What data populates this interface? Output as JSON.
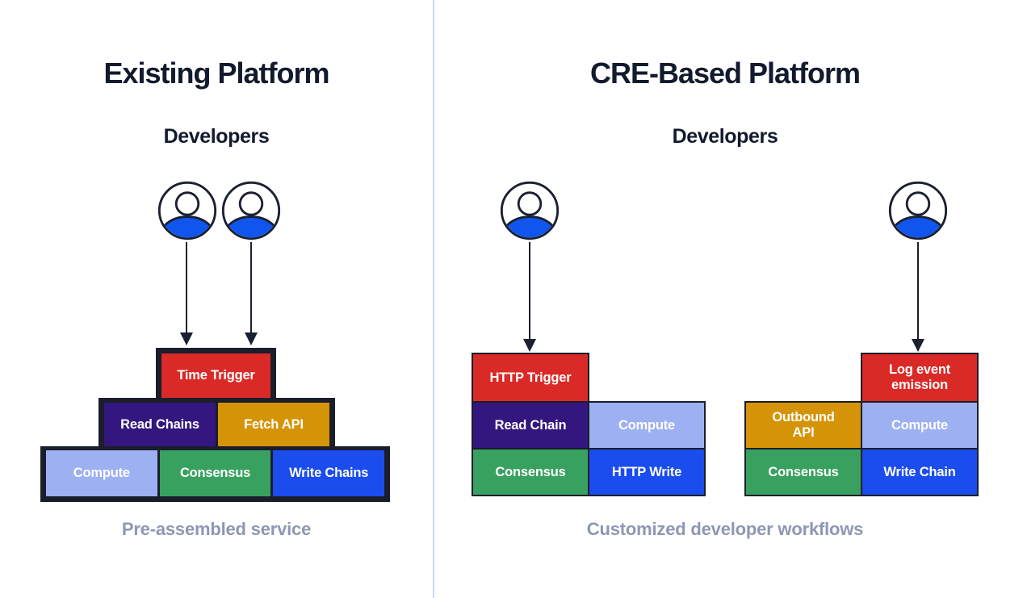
{
  "left": {
    "title": "Existing Platform",
    "subtitle": "Developers",
    "caption": "Pre-assembled service",
    "developer_icons": 2,
    "pyramid": {
      "tier1": [
        {
          "label": "Time Trigger",
          "color": "#da2a27"
        }
      ],
      "tier2": [
        {
          "label": "Read Chains",
          "color": "#33177f"
        },
        {
          "label": "Fetch API",
          "color": "#d59408"
        }
      ],
      "tier3": [
        {
          "label": "Compute",
          "color": "#9db0f2"
        },
        {
          "label": "Consensus",
          "color": "#38a15f"
        },
        {
          "label": "Write Chains",
          "color": "#1a4cee"
        }
      ]
    }
  },
  "right": {
    "title": "CRE-Based Platform",
    "subtitle": "Developers",
    "caption": "Customized developer workflows",
    "developer_icons": 2,
    "workflow1": {
      "trigger": {
        "label": "HTTP Trigger",
        "color": "#da2a27",
        "column": "left"
      },
      "row2": [
        {
          "label": "Read Chain",
          "color": "#33177f"
        },
        {
          "label": "Compute",
          "color": "#9db0f2"
        }
      ],
      "row3": [
        {
          "label": "Consensus",
          "color": "#38a15f"
        },
        {
          "label": "HTTP Write",
          "color": "#1a4cee"
        }
      ]
    },
    "workflow2": {
      "trigger": {
        "label": "Log event emission",
        "color": "#da2a27",
        "column": "right"
      },
      "row2": [
        {
          "label": "Outbound API",
          "color": "#d59408"
        },
        {
          "label": "Compute",
          "color": "#9db0f2"
        }
      ],
      "row3": [
        {
          "label": "Consensus",
          "color": "#38a15f"
        },
        {
          "label": "Write Chain",
          "color": "#1a4cee"
        }
      ]
    }
  },
  "icons": {
    "developer": "person-in-circle-icon",
    "arrow": "arrow-down-icon"
  },
  "palette": {
    "red": "#da2a27",
    "purple": "#33177f",
    "orange": "#d59408",
    "periwinkle": "#9db0f2",
    "green": "#38a15f",
    "blue": "#1a4cee",
    "icon_blue": "#1155ef",
    "frame_dark": "#1a1e2a",
    "title_dark": "#121a2e",
    "caption_gray": "#8e97b3",
    "divider_blue": "#c9d7f5",
    "background": "#ffffff"
  }
}
